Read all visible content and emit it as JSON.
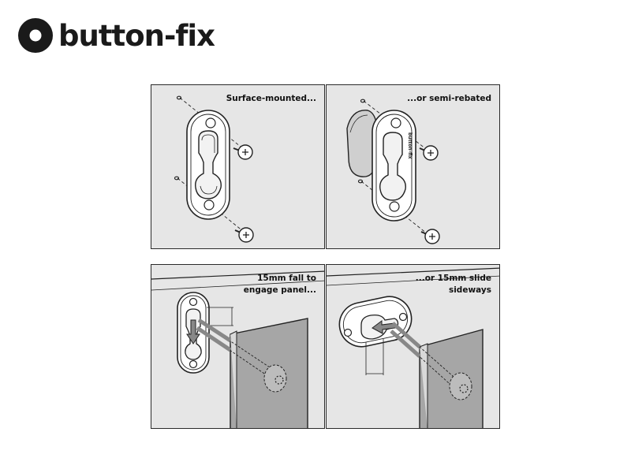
{
  "brand": {
    "name": "button-fix",
    "color": "#1a1a1a"
  },
  "panels": [
    {
      "caption": "Surface-mounted..."
    },
    {
      "caption": "...or semi-rebated",
      "plate_text": "button-fix"
    },
    {
      "caption": "15mm fall to\nengage panel..."
    },
    {
      "caption": "...or 15mm slide\nsideways"
    }
  ],
  "colors": {
    "panel_bg": "#e6e6e6",
    "wall_panel": "#a6a6a6",
    "line": "#222222"
  }
}
